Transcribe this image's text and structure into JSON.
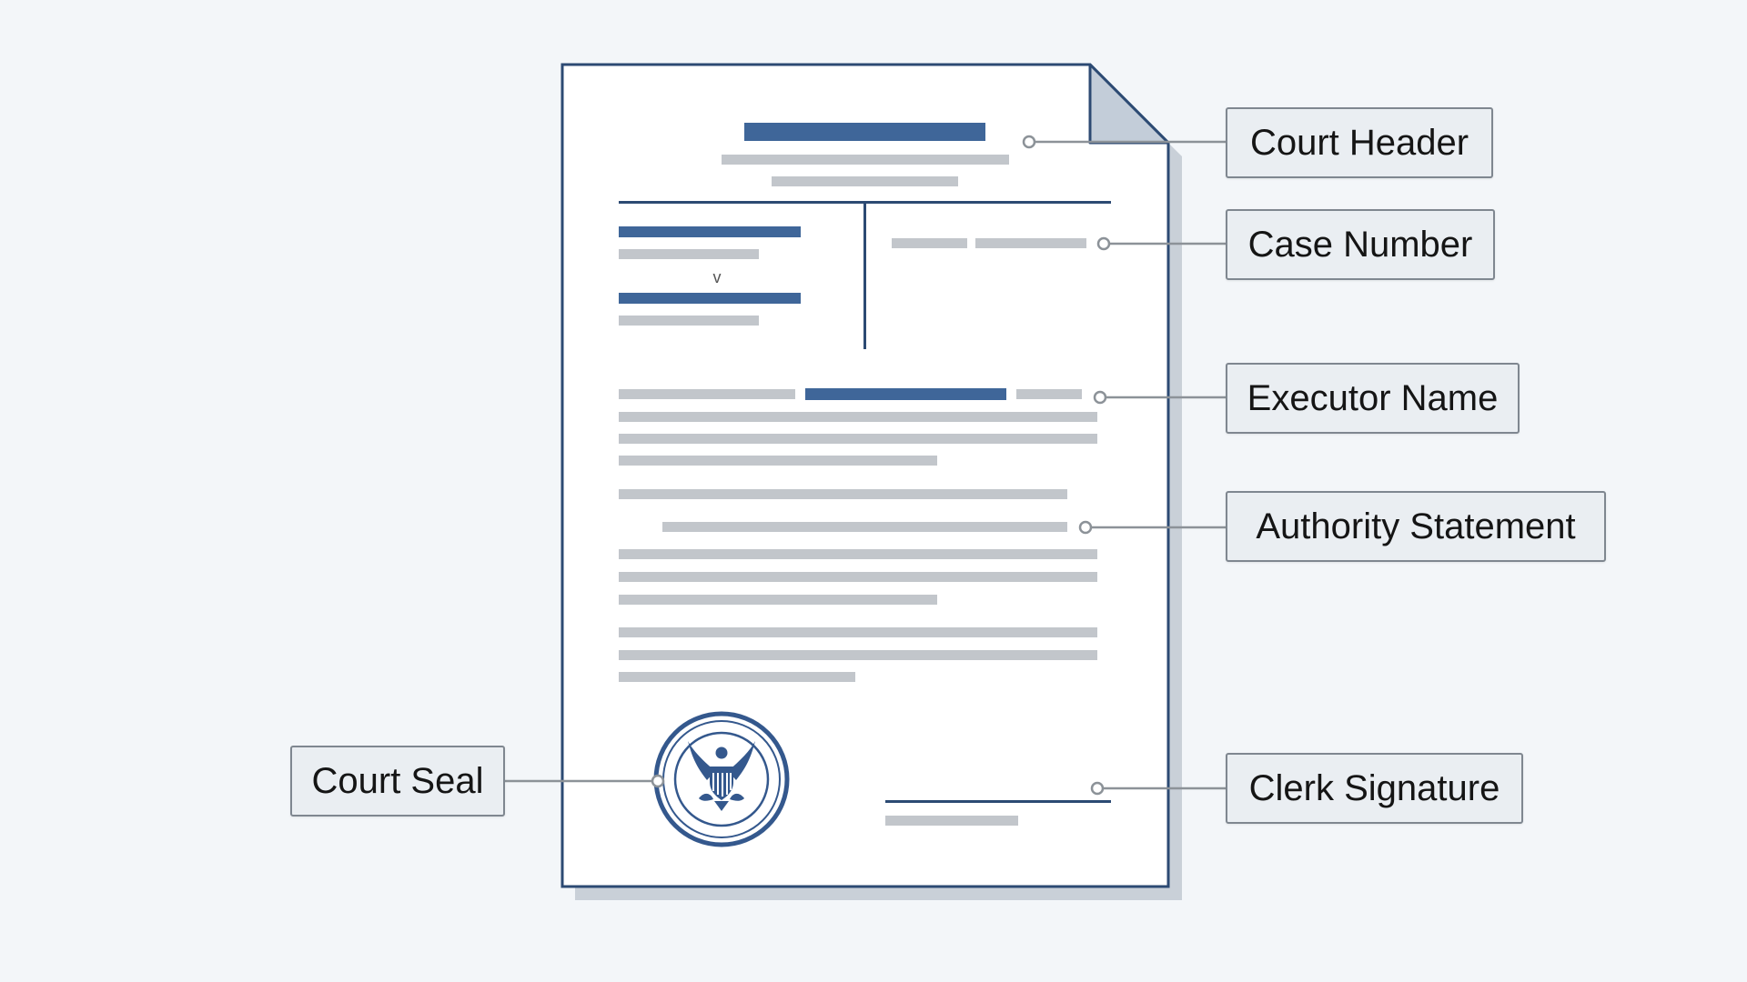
{
  "colors": {
    "background": "#f3f6f9",
    "document_border": "#2c4a73",
    "accent_bar": "#3f6699",
    "placeholder_bar": "#c2c6cb",
    "leader_line": "#8c9298",
    "seal_blue": "#34588d"
  },
  "document": {
    "versus_mark": "v"
  },
  "callouts": [
    {
      "id": "court-header",
      "label": "Court Header"
    },
    {
      "id": "case-number",
      "label": "Case Number"
    },
    {
      "id": "executor-name",
      "label": "Executor Name"
    },
    {
      "id": "authority-statement",
      "label": "Authority Statement"
    },
    {
      "id": "court-seal",
      "label": "Court Seal"
    },
    {
      "id": "clerk-signature",
      "label": "Clerk Signature"
    }
  ],
  "icons": {
    "seal": "eagle-seal-icon"
  }
}
